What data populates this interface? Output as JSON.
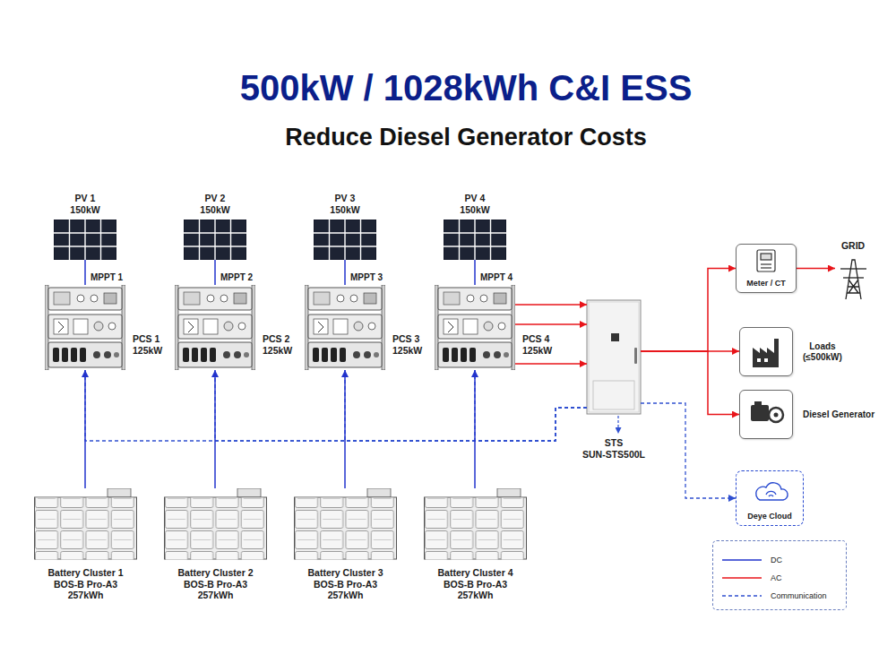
{
  "diagram": {
    "title": "500kW / 1028kWh C&I ESS",
    "nodes": [
      {
        "text": [
          "PV 1",
          "150kW"
        ]
      },
      {
        "text": [
          "PV 2",
          "150kW"
        ]
      },
      {
        "text": [
          "PV 3",
          "150kW"
        ]
      },
      {
        "text": [
          "PV 4",
          "150kW"
        ]
      },
      {
        "text": [
          "Meter / CT"
        ]
      },
      {
        "text": [
          "GRID"
        ]
      },
      {
        "text": [
          "PCS 1",
          "125kW"
        ]
      },
      {
        "text": [
          "PCS 2",
          "125kW"
        ]
      },
      {
        "text": [
          "PCS 3",
          "125kW"
        ]
      },
      {
        "text": [
          "PCS 4",
          "125kW"
        ]
      },
      {
        "text": [
          "STS",
          "SUN-STS500L"
        ]
      },
      {
        "text": [
          "Loads",
          "(≤500kW)"
        ]
      },
      {
        "text": [
          "Diesel Generator"
        ]
      },
      {
        "text": [
          "Battery Cluster 1",
          "BOS-B Pro-A3",
          "257kWh"
        ]
      },
      {
        "text": [
          "Battery Cluster 2",
          "BOS-B Pro-A3",
          "257kWh"
        ]
      },
      {
        "text": [
          "Battery Cluster 3",
          "BOS-B Pro-A3",
          "257kWh"
        ]
      },
      {
        "text": [
          "Battery Cluster 4",
          "BOS-B Pro-A3",
          "257kWh"
        ]
      },
      {
        "text": [
          "Deye Cloud"
        ]
      }
    ],
    "edges": [
      {
        "from": 0,
        "to": 6,
        "arrow": "none",
        "label": "MPPT 1"
      },
      {
        "from": 1,
        "to": 7,
        "arrow": "none",
        "label": "MPPT 2"
      },
      {
        "from": 2,
        "to": 8,
        "arrow": "none",
        "label": "MPPT 3"
      },
      {
        "from": 3,
        "to": 9,
        "arrow": "none",
        "label": "MPPT 4"
      },
      {
        "from": 13,
        "to": 6,
        "arrow": "to"
      },
      {
        "from": 14,
        "to": 7,
        "arrow": "to"
      },
      {
        "from": 15,
        "to": 8,
        "arrow": "to"
      },
      {
        "from": 16,
        "to": 9,
        "arrow": "to"
      },
      {
        "from": 9,
        "to": 10,
        "arrow": "to"
      },
      {
        "from": 9,
        "to": 10,
        "arrow": "to"
      },
      {
        "from": 9,
        "to": 10,
        "arrow": "to"
      },
      {
        "from": 10,
        "to": 4,
        "arrow": "to"
      },
      {
        "from": 10,
        "to": 11,
        "arrow": "to"
      },
      {
        "from": 10,
        "to": 12,
        "arrow": "to"
      },
      {
        "from": 4,
        "to": 5,
        "arrow": "to"
      },
      {
        "from": 10,
        "to": 6,
        "arrow": "none"
      },
      {
        "from": 10,
        "to": 7,
        "arrow": "none"
      },
      {
        "from": 10,
        "to": 8,
        "arrow": "none"
      },
      {
        "from": 10,
        "to": 9,
        "arrow": "none"
      },
      {
        "from": 10,
        "to": 17,
        "arrow": "to"
      }
    ],
    "labels": [
      "Reduce Diesel Generator Costs"
    ],
    "legend": [
      {
        "text": "DC"
      },
      {
        "text": "AC"
      },
      {
        "text": "Communication"
      }
    ]
  }
}
